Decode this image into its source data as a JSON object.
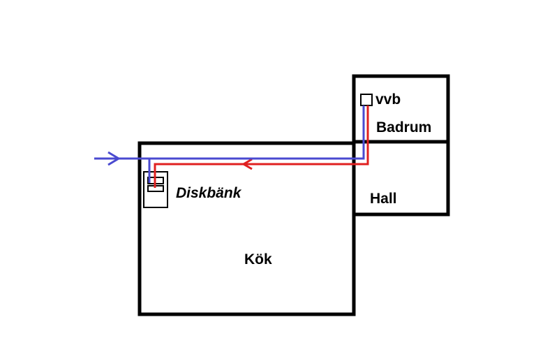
{
  "rooms": {
    "kitchen": "Kök",
    "bathroom": "Badrum",
    "hall": "Hall"
  },
  "fixtures": {
    "sink": "Diskbänk",
    "water_heater": "vvb"
  },
  "colors": {
    "wall": "#000000",
    "cold_water_pipe": "#4a4ad0",
    "hot_water_pipe": "#e02020"
  }
}
